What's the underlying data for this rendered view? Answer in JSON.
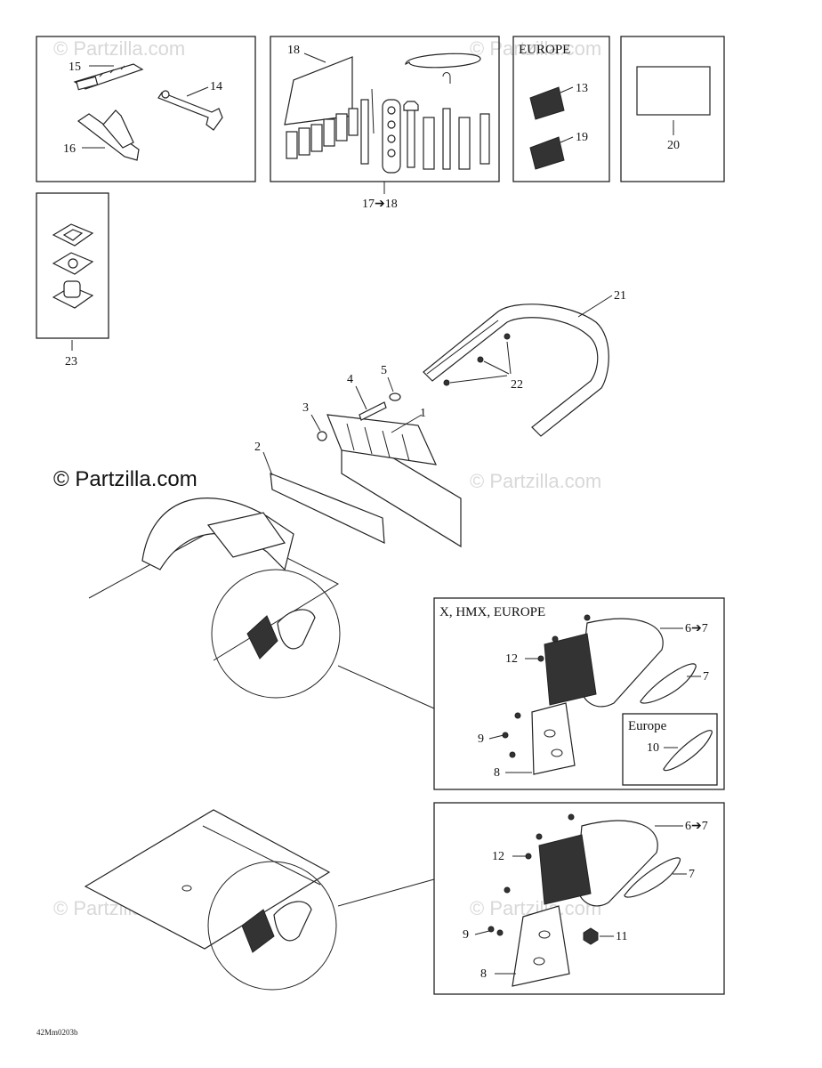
{
  "watermark": "© Partzilla.com",
  "brand_mark": "© Partzilla.com",
  "diagram_code": "42Mm0203b",
  "section_headers": {
    "europe_decals": "EUROPE",
    "mirror_variant": "X, HMX, EUROPE",
    "europe_lens": "Europe"
  },
  "callouts": {
    "p1": "1",
    "p2": "2",
    "p3": "3",
    "p4": "4",
    "p5": "5",
    "p6_7_a": "6➔7",
    "p7_a": "7",
    "p8_a": "8",
    "p9_a": "9",
    "p10": "10",
    "p12_a": "12",
    "p13": "13",
    "p14": "14",
    "p15": "15",
    "p16": "16",
    "p17_18": "17➔18",
    "p18": "18",
    "p19": "19",
    "p20": "20",
    "p21": "21",
    "p22": "22",
    "p23": "23",
    "p6_7_b": "6➔7",
    "p7_b": "7",
    "p8_b": "8",
    "p9_b": "9",
    "p11": "11",
    "p12_b": "12"
  },
  "colors": {
    "line": "#222222",
    "watermark": "#d8d8d8",
    "background": "#ffffff"
  }
}
